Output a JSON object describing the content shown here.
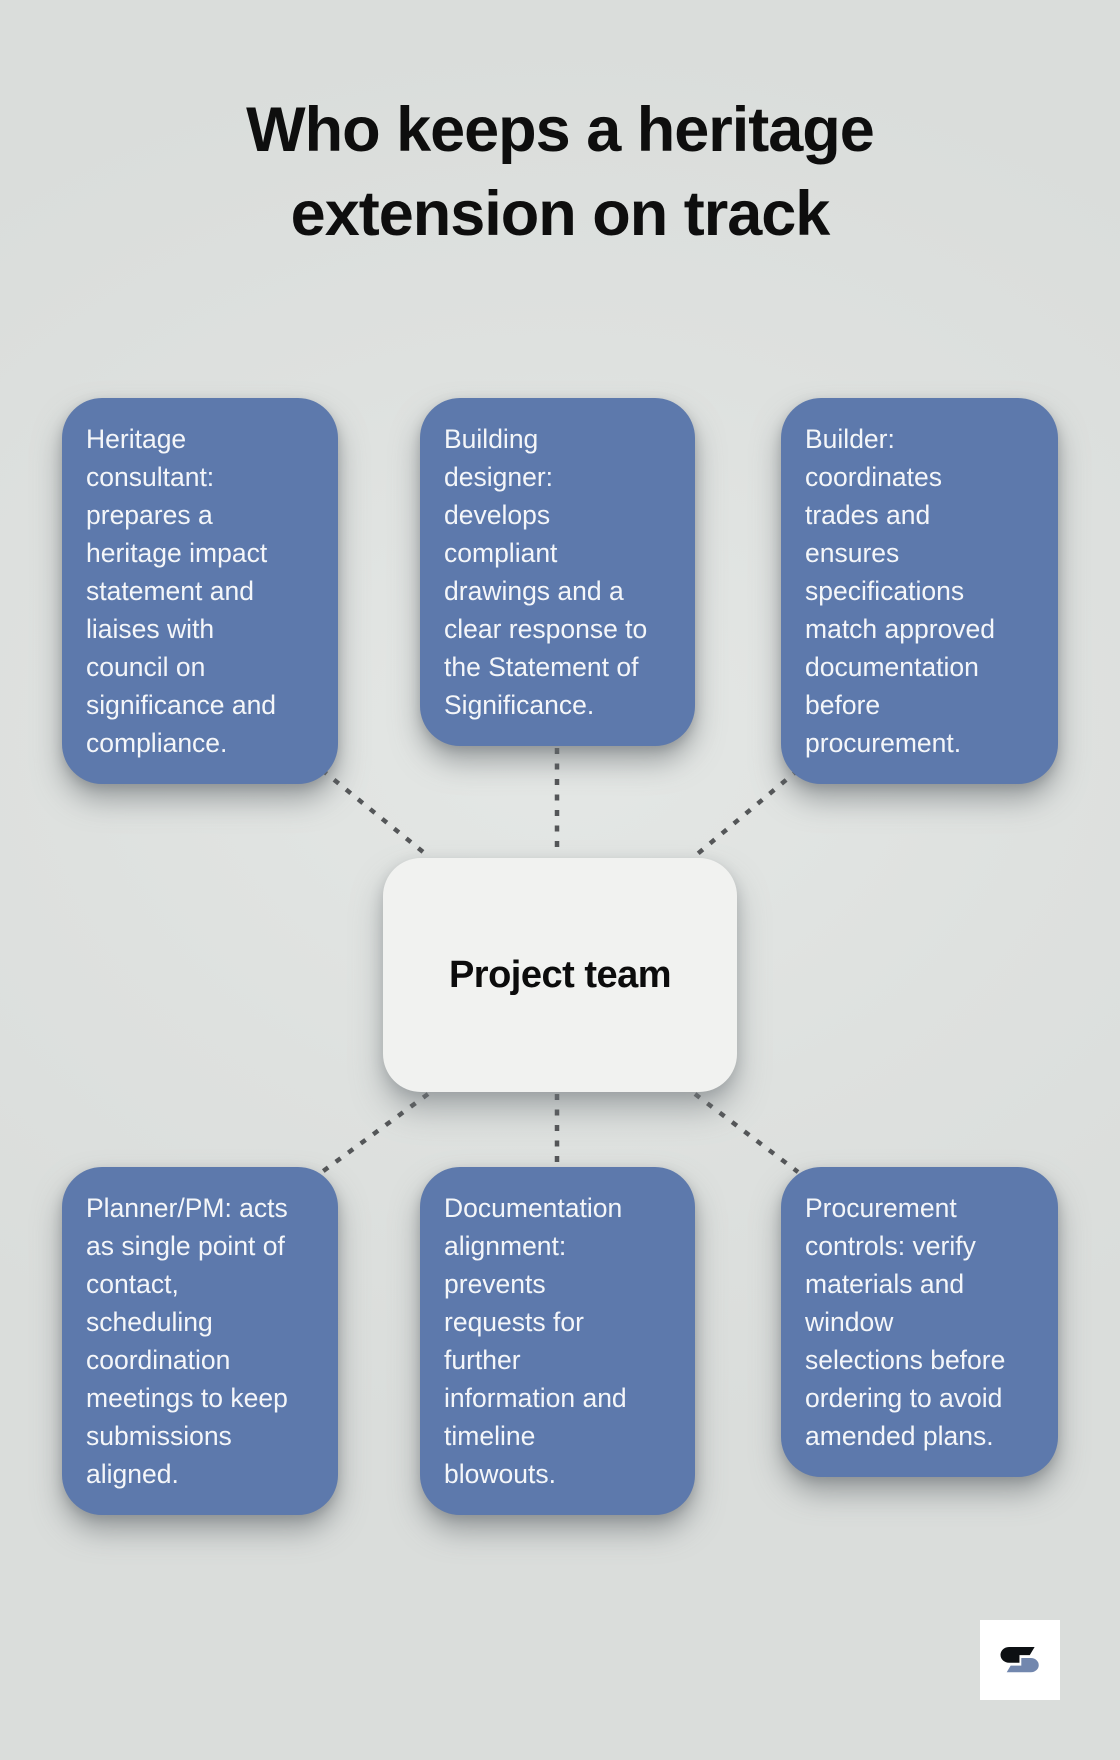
{
  "title": "Who keeps a heritage extension on track",
  "center": {
    "label": "Project team"
  },
  "nodes": {
    "top": [
      {
        "role": "heritage-consultant",
        "text": "Heritage\nconsultant:\nprepares a\nheritage impact\nstatement and\nliaises with\ncouncil on\nsignificance and\ncompliance."
      },
      {
        "role": "building-designer",
        "text": "Building\ndesigner:\ndevelops\ncompliant\ndrawings and a\nclear response to\nthe Statement of\nSignificance."
      },
      {
        "role": "builder",
        "text": "Builder:\ncoordinates\ntrades and\nensures\nspecifications\nmatch approved\ndocumentation\nbefore\nprocurement."
      }
    ],
    "bottom": [
      {
        "role": "planner-pm",
        "text": "Planner/PM: acts\nas single point of\ncontact,\nscheduling\ncoordination\nmeetings to keep\nsubmissions\naligned."
      },
      {
        "role": "documentation-alignment",
        "text": "Documentation\nalignment:\nprevents\nrequests for\nfurther\ninformation and\ntimeline\nblowouts."
      },
      {
        "role": "procurement-controls",
        "text": "Procurement\ncontrols: verify\nmaterials and\nwindow\nselections before\nordering to avoid\namended plans."
      }
    ]
  },
  "colors": {
    "node-fill": "#5d79ac",
    "node-text": "#f4f6f9",
    "center-fill": "#f1f2f0",
    "connector": "#545658",
    "background": "#dee1df",
    "logo-black": "#0d1013",
    "logo-blue": "#7287ae"
  },
  "logo": {
    "icon": "interlocked-s-monogram"
  }
}
